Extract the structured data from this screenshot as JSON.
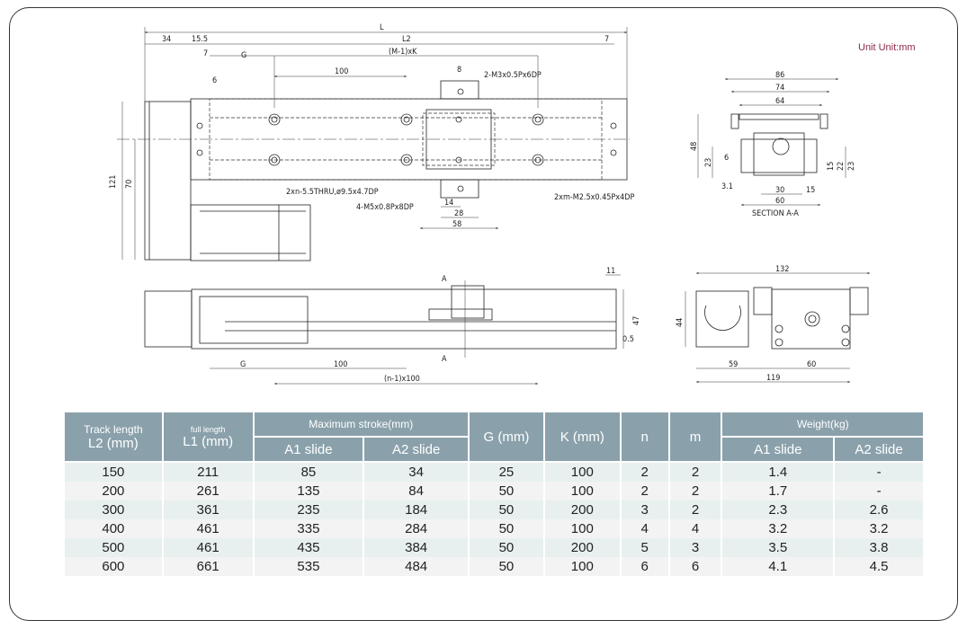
{
  "unit_label": "Unit Unit:mm",
  "drawing": {
    "top_view": {
      "L": "L",
      "d34": "34",
      "d15_5": "15.5",
      "L2": "L2",
      "d7_right": "7",
      "d7_left": "7",
      "G": "G",
      "m1k": "(M-1)xK",
      "d100": "100",
      "d8": "8",
      "d6": "6",
      "m3_note": "2-M3x0.5Px6DP",
      "d121": "121",
      "d70": "70",
      "thru_note": "2xn-5.5THRU,ø9.5x4.7DP",
      "m5_note": "4-M5x0.8Px8DP",
      "m25_note": "2xm-M2.5x0.45Px4DP",
      "d14": "14",
      "d28": "28",
      "d58": "58"
    },
    "section": {
      "d86": "86",
      "d74": "74",
      "d64": "64",
      "d48": "48",
      "d23_left": "23",
      "d6": "6",
      "d3_1": "3.1",
      "d30": "30",
      "d15_bottom": "15",
      "d60": "60",
      "d15_right": "15",
      "d22": "22",
      "d23_right": "23",
      "title": "SECTION A-A"
    },
    "side_view": {
      "A_top": "A",
      "A_bottom": "A",
      "d11": "11",
      "d47": "47",
      "d0_5": "0.5",
      "G": "G",
      "d100": "100",
      "n1x100": "(n-1)x100"
    },
    "end_view": {
      "d132": "132",
      "d44": "44",
      "d59": "59",
      "d60": "60",
      "d119": "119"
    }
  },
  "table": {
    "headers": {
      "track_length_top": "Track length",
      "track_length_bottom": "L2 (mm)",
      "full_length_top": "full length",
      "full_length_bottom": "L1 (mm)",
      "max_stroke": "Maximum stroke(mm)",
      "stroke_a1": "A1 slide",
      "stroke_a2": "A2 slide",
      "g": "G (mm)",
      "k": "K (mm)",
      "n": "n",
      "m": "m",
      "weight": "Weight(kg)",
      "weight_a1": "A1 slide",
      "weight_a2": "A2 slide"
    },
    "rows": [
      [
        "150",
        "211",
        "85",
        "34",
        "25",
        "100",
        "2",
        "2",
        "1.4",
        "-"
      ],
      [
        "200",
        "261",
        "135",
        "84",
        "50",
        "100",
        "2",
        "2",
        "1.7",
        "-"
      ],
      [
        "300",
        "361",
        "235",
        "184",
        "50",
        "200",
        "3",
        "2",
        "2.3",
        "2.6"
      ],
      [
        "400",
        "461",
        "335",
        "284",
        "50",
        "100",
        "4",
        "4",
        "3.2",
        "3.2"
      ],
      [
        "500",
        "461",
        "435",
        "384",
        "50",
        "200",
        "5",
        "3",
        "3.5",
        "3.8"
      ],
      [
        "600",
        "661",
        "535",
        "484",
        "50",
        "100",
        "6",
        "6",
        "4.1",
        "4.5"
      ]
    ]
  }
}
